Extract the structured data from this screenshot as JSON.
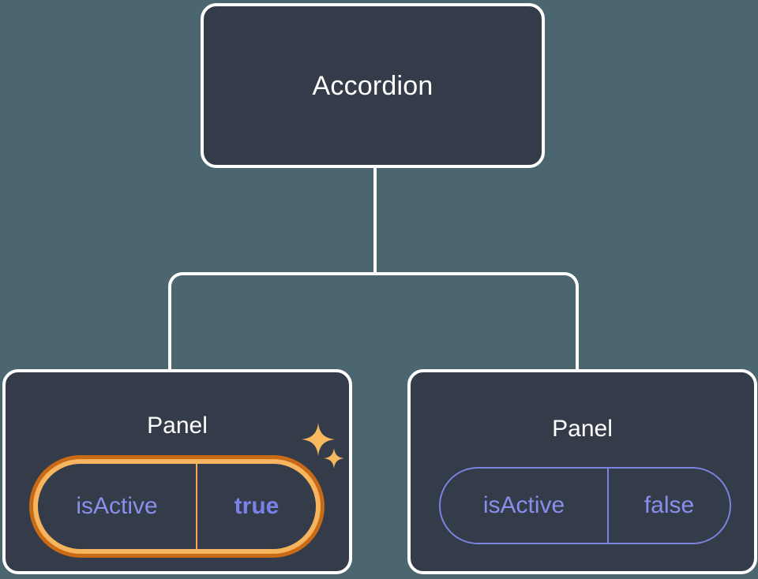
{
  "theme": {
    "background": "#4c6670",
    "node_fill": "#343b49",
    "node_border": "#ffffff",
    "link_color": "#ffffff",
    "prop_text": "#8a8feb",
    "prop_border": "#7b82e0",
    "highlight_outer": "#c96a16",
    "highlight_inner": "#f6b55e",
    "highlight_value_text": "#7b81e8",
    "sparkle_color": "#f7b860"
  },
  "tree": {
    "root": {
      "label": "Accordion"
    },
    "children": [
      {
        "label": "Panel",
        "highlighted": true,
        "prop": {
          "key": "isActive",
          "value": "true"
        }
      },
      {
        "label": "Panel",
        "highlighted": false,
        "prop": {
          "key": "isActive",
          "value": "false"
        }
      }
    ]
  },
  "icons": {
    "sparkle_large": "sparkle-icon",
    "sparkle_small": "sparkle-icon"
  }
}
